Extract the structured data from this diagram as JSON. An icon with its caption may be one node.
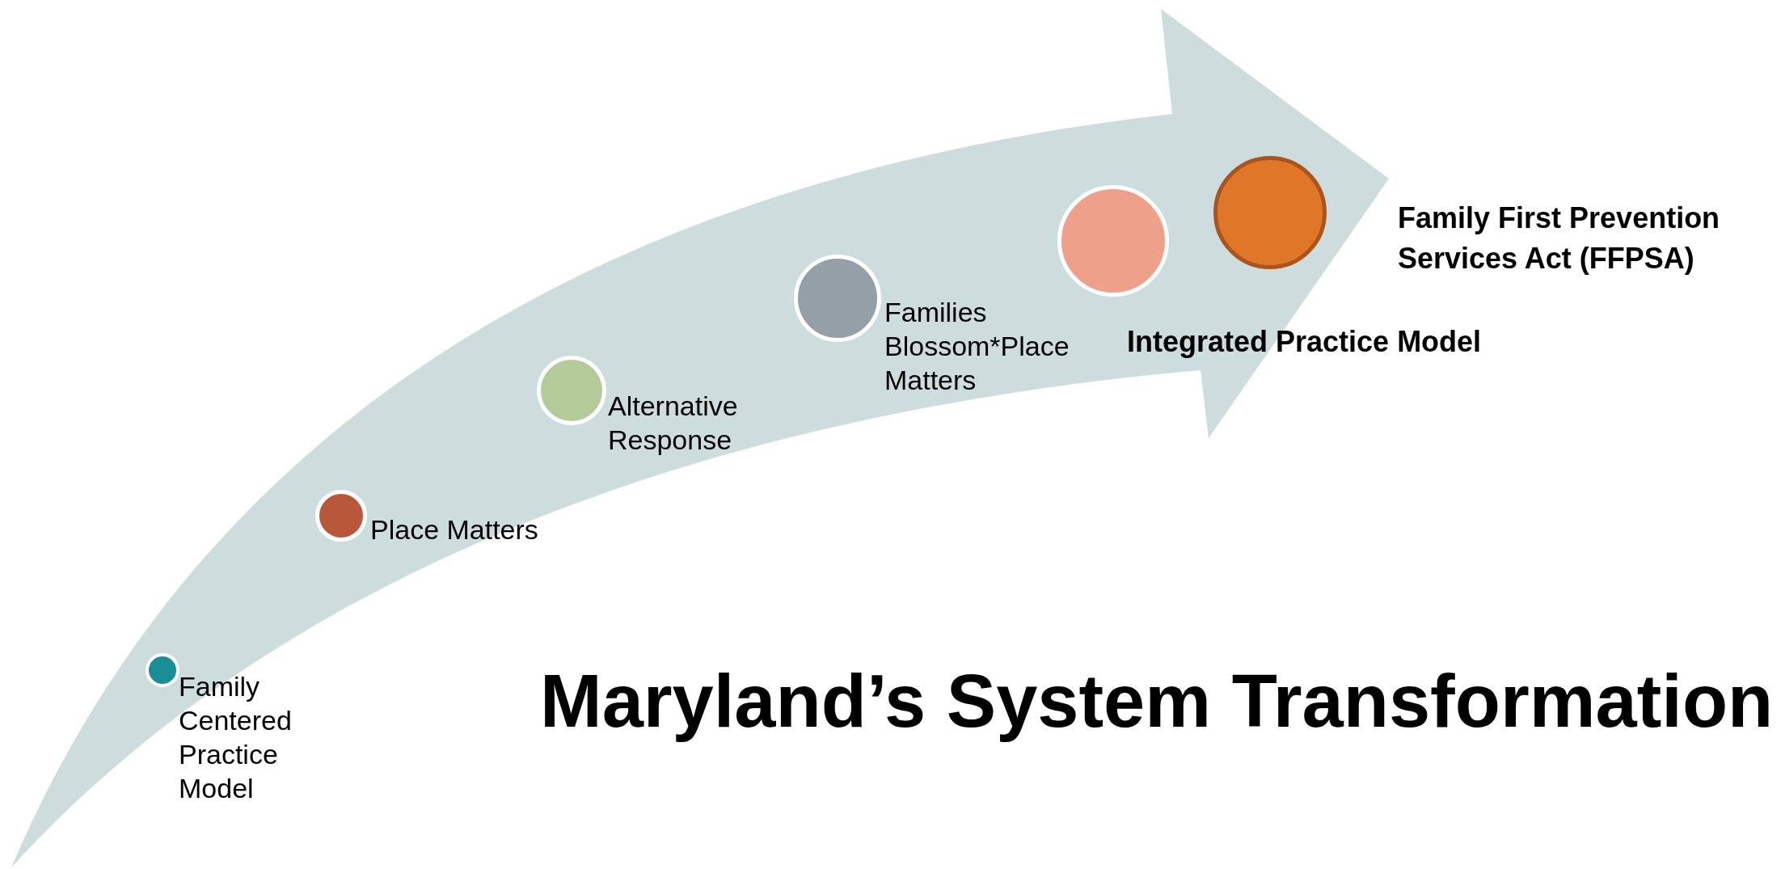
{
  "diagram": {
    "title": "Maryland’s System Transformation",
    "nodes": [
      {
        "text": [],
        "shape": "circle",
        "beside": [
          "Family Centered Practice Model"
        ]
      },
      {
        "text": [],
        "shape": "circle",
        "beside": [
          "Place Matters"
        ]
      },
      {
        "text": [],
        "shape": "circle",
        "beside": [
          "Alternative Response"
        ]
      },
      {
        "text": [],
        "shape": "circle",
        "beside": [
          "Families Blossom*Place Matters"
        ]
      },
      {
        "text": [],
        "shape": "circle",
        "beside": [
          "Integrated Practice Model"
        ]
      },
      {
        "text": [],
        "shape": "circle",
        "beside": [
          "Family First Prevention Services Act (FFPSA)"
        ]
      }
    ]
  }
}
